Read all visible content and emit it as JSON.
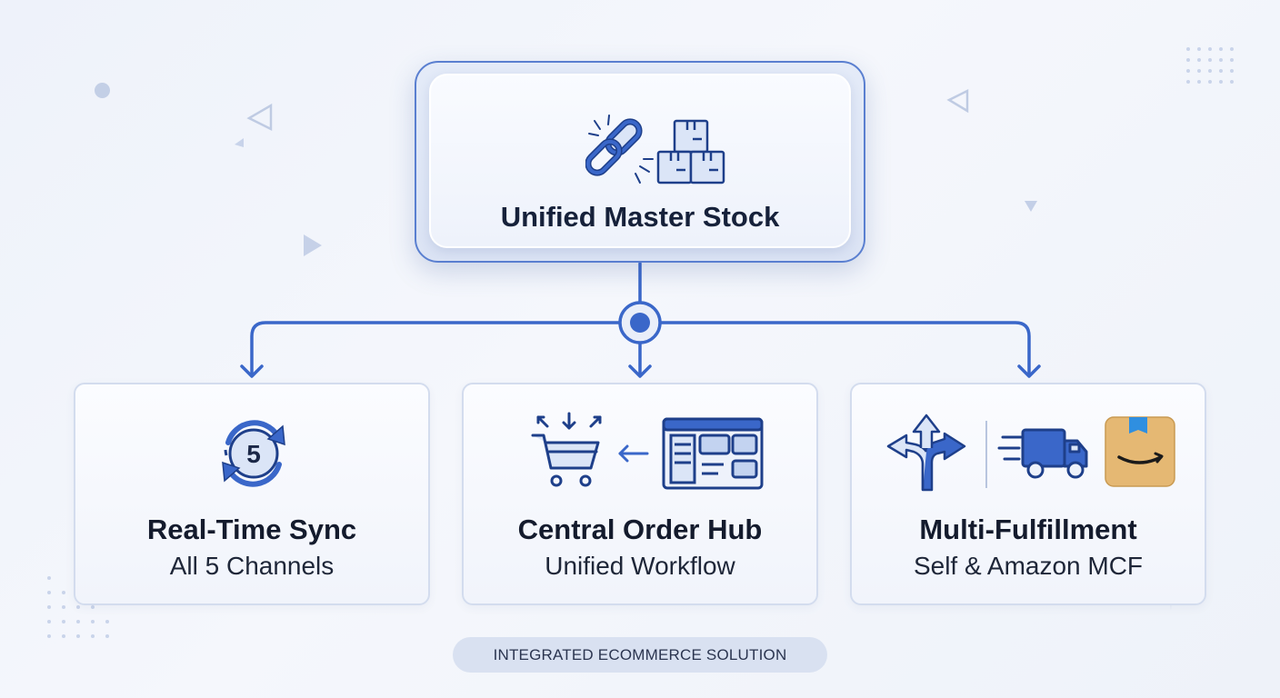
{
  "master": {
    "title": "Unified Master Stock",
    "icons": [
      "link-icon",
      "stacked-boxes-icon"
    ]
  },
  "connector": {
    "icon": "hub-node-icon",
    "color": "#3a67c9"
  },
  "cards": [
    {
      "title": "Real-Time Sync",
      "subtitle": "All 5 Channels",
      "icon": "sync-cycle-icon",
      "icon_number": "5"
    },
    {
      "title": "Central Order Hub",
      "subtitle": "Unified Workflow",
      "icons": [
        "shopping-cart-icon",
        "arrow-left-icon",
        "dashboard-window-icon"
      ]
    },
    {
      "title": "Multi-Fulfillment",
      "subtitle": "Self & Amazon MCF",
      "icons": [
        "split-arrows-icon",
        "delivery-truck-icon",
        "amazon-package-icon"
      ]
    }
  ],
  "footer_badge": "INTEGRATED ECOMMERCE SOLUTION",
  "colors": {
    "accent": "#3a67c9",
    "accent_light": "#dbe5f7",
    "amazon_box": "#e5b873"
  }
}
